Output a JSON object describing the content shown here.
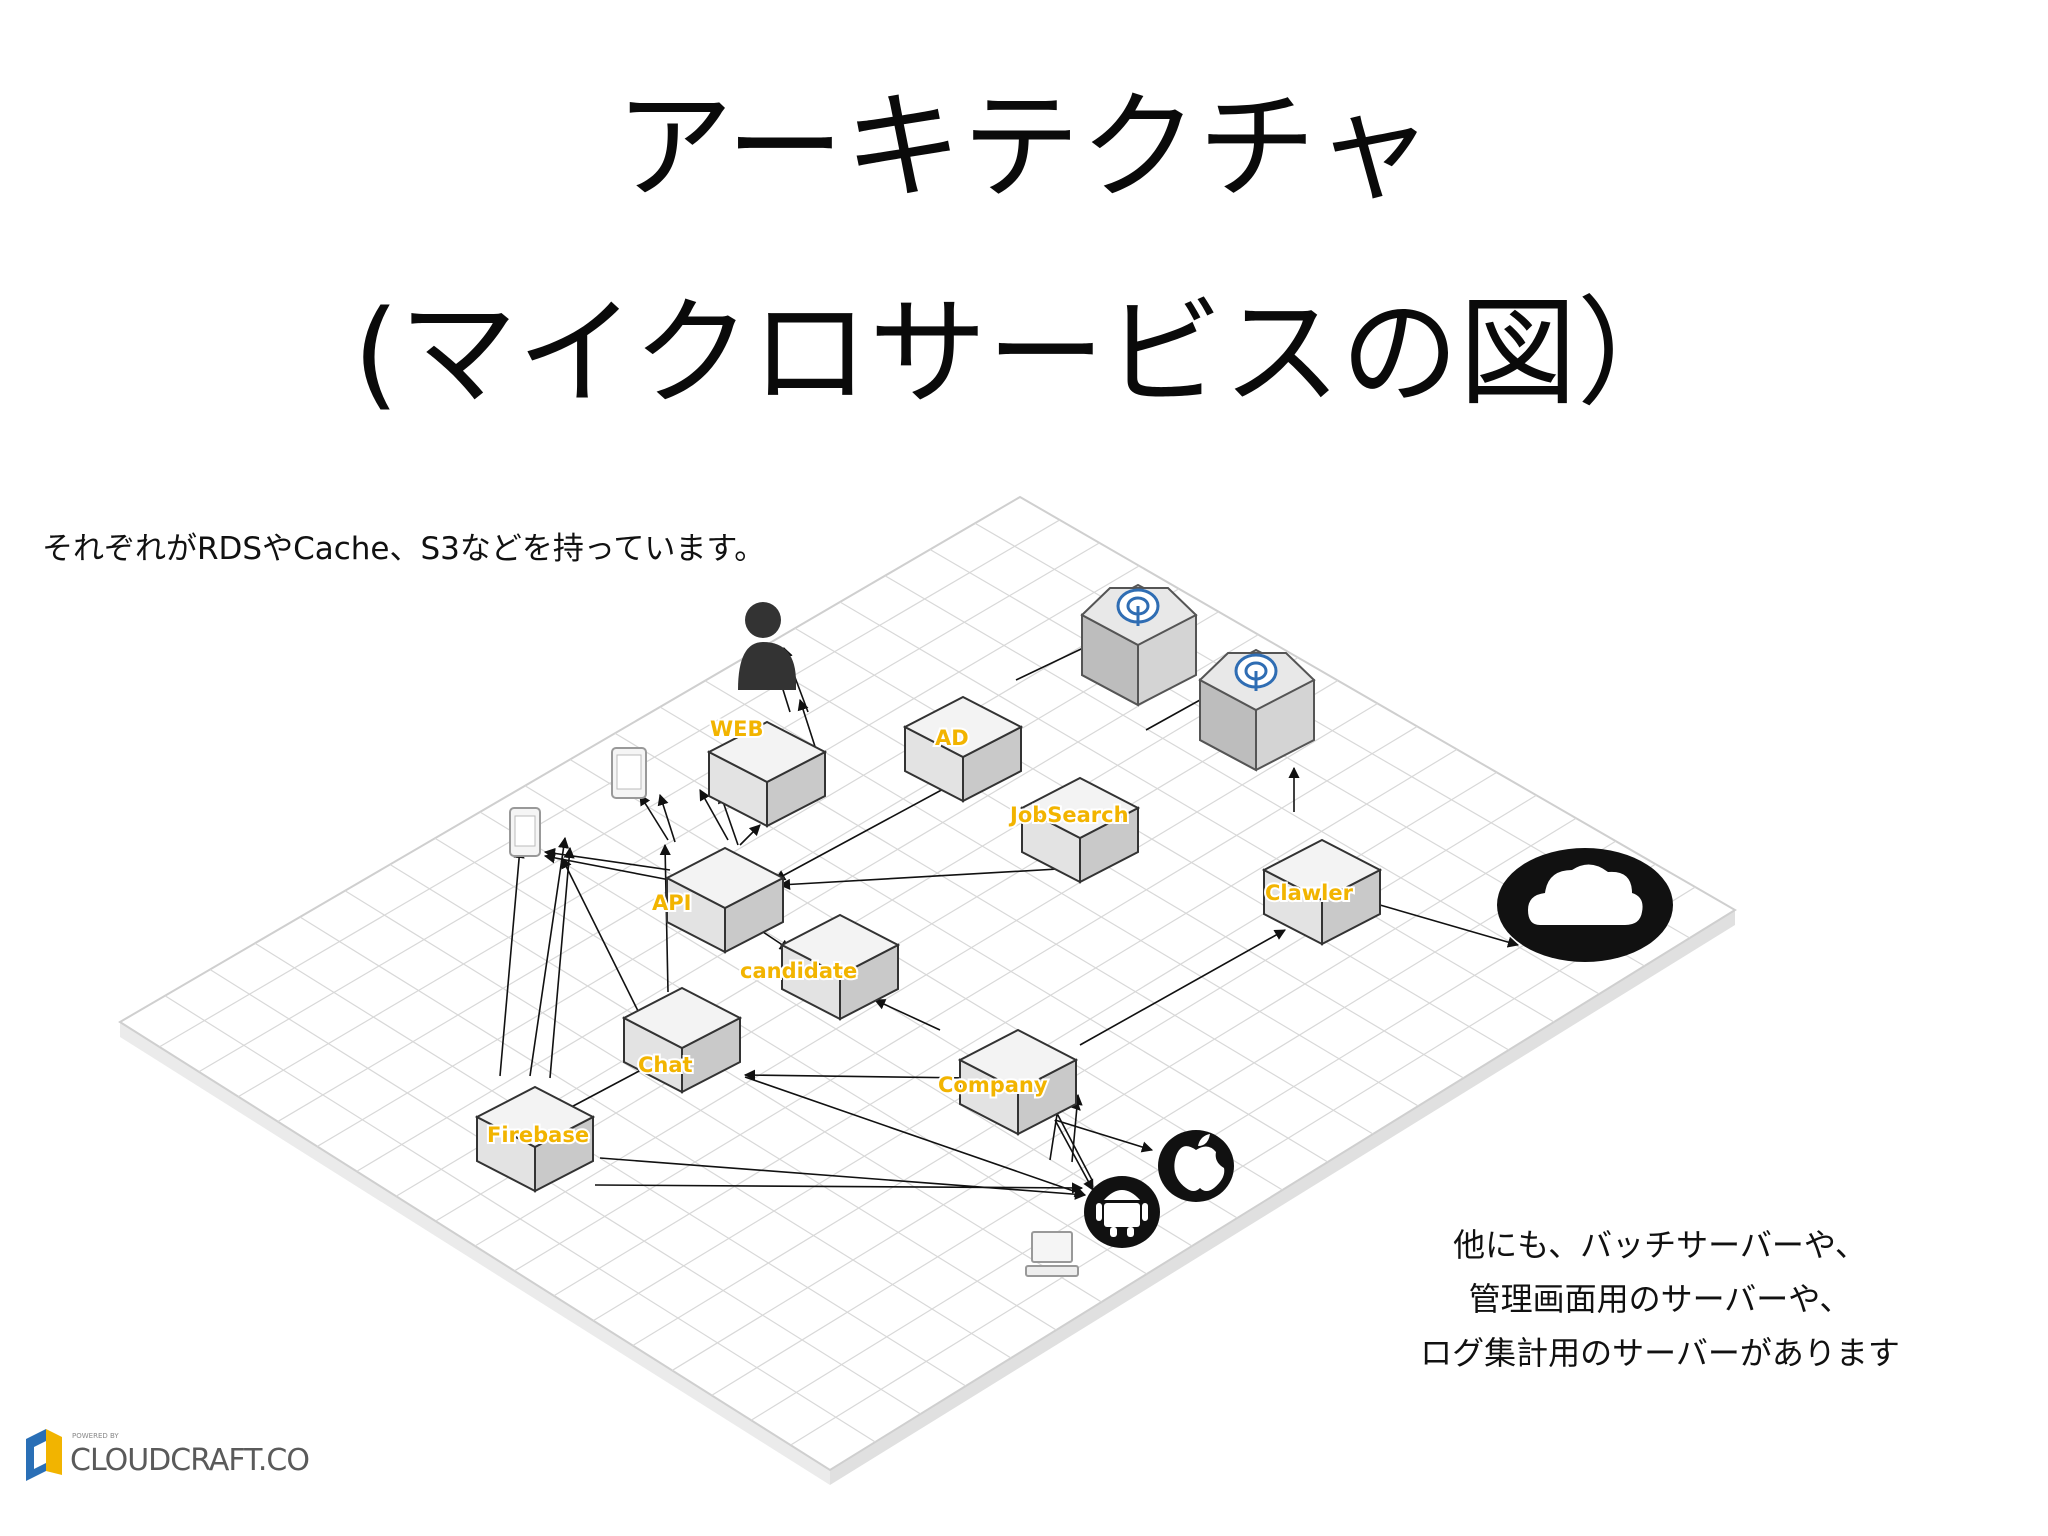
{
  "title": {
    "line1": "アーキテクチャ",
    "line2": "(マイクロサービスの図）"
  },
  "caption_top": "それぞれがRDSやCache、S3などを持っています。",
  "caption_bottom": {
    "line1": "他にも、バッチサーバーや、",
    "line2": "管理画面用のサーバーや、",
    "line3": "ログ集計用のサーバーがあります"
  },
  "diagram": {
    "nodes": [
      {
        "id": "web",
        "label": "WEB"
      },
      {
        "id": "ad",
        "label": "AD"
      },
      {
        "id": "jobsearch",
        "label": "JobSearch"
      },
      {
        "id": "api",
        "label": "API"
      },
      {
        "id": "candidate",
        "label": "candidate"
      },
      {
        "id": "clawler",
        "label": "Clawler"
      },
      {
        "id": "chat",
        "label": "Chat"
      },
      {
        "id": "company",
        "label": "Company"
      },
      {
        "id": "firebase",
        "label": "Firebase"
      }
    ],
    "icons": [
      "user-icon",
      "mobile-phone-icon",
      "tablet-icon",
      "elastic-search-icon",
      "cloud-icon",
      "apple-icon",
      "android-icon",
      "desktop-icon"
    ],
    "label_color": "#f2b400"
  },
  "logo": {
    "small_text": "POWERED BY",
    "text": "CLOUDCRAFT.CO"
  }
}
